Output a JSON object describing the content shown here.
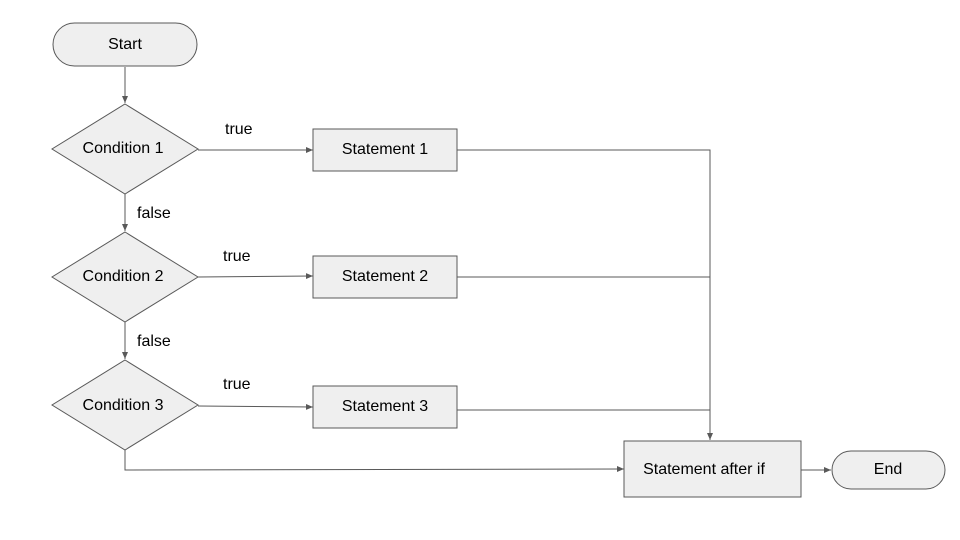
{
  "nodes": {
    "start": "Start",
    "condition1": "Condition 1",
    "condition2": "Condition 2",
    "condition3": "Condition 3",
    "statement1": "Statement 1",
    "statement2": "Statement 2",
    "statement3": "Statement 3",
    "after_if": "Statement after if",
    "end": "End"
  },
  "edge_labels": {
    "true1": "true",
    "true2": "true",
    "true3": "true",
    "false1": "false",
    "false2": "false"
  },
  "colors": {
    "shape_fill": "#efefef",
    "stroke": "#595959"
  }
}
